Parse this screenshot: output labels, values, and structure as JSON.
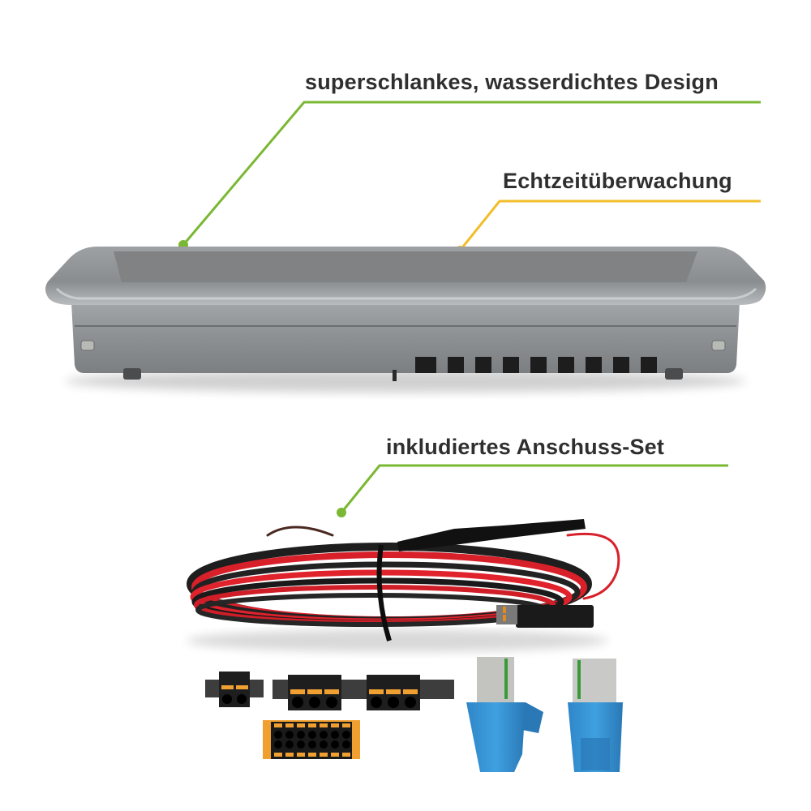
{
  "callouts": [
    {
      "label": "superschlankes, wasserdichtes Design",
      "color": "#7ab833"
    },
    {
      "label": "Echtzeitüberwachung",
      "color": "#f2bd2a"
    },
    {
      "label": "inkludiertes Anschuss-Set",
      "color": "#7ab833"
    }
  ],
  "product": {
    "device": "display-unit",
    "cable": "red-black-power-cable-with-fuse-holder",
    "terminal_blocks": [
      "2-pin-terminal",
      "3-pin-terminal",
      "3-pin-terminal",
      "14-pin-orange-terminal"
    ],
    "rj45_plugs": [
      "blue-rj45-plug",
      "blue-rj45-plug"
    ]
  },
  "colors": {
    "green_accent": "#7ab833",
    "yellow_accent": "#f2bd2a",
    "text": "#2f2f2f",
    "device_gray": "#8a8d90"
  }
}
